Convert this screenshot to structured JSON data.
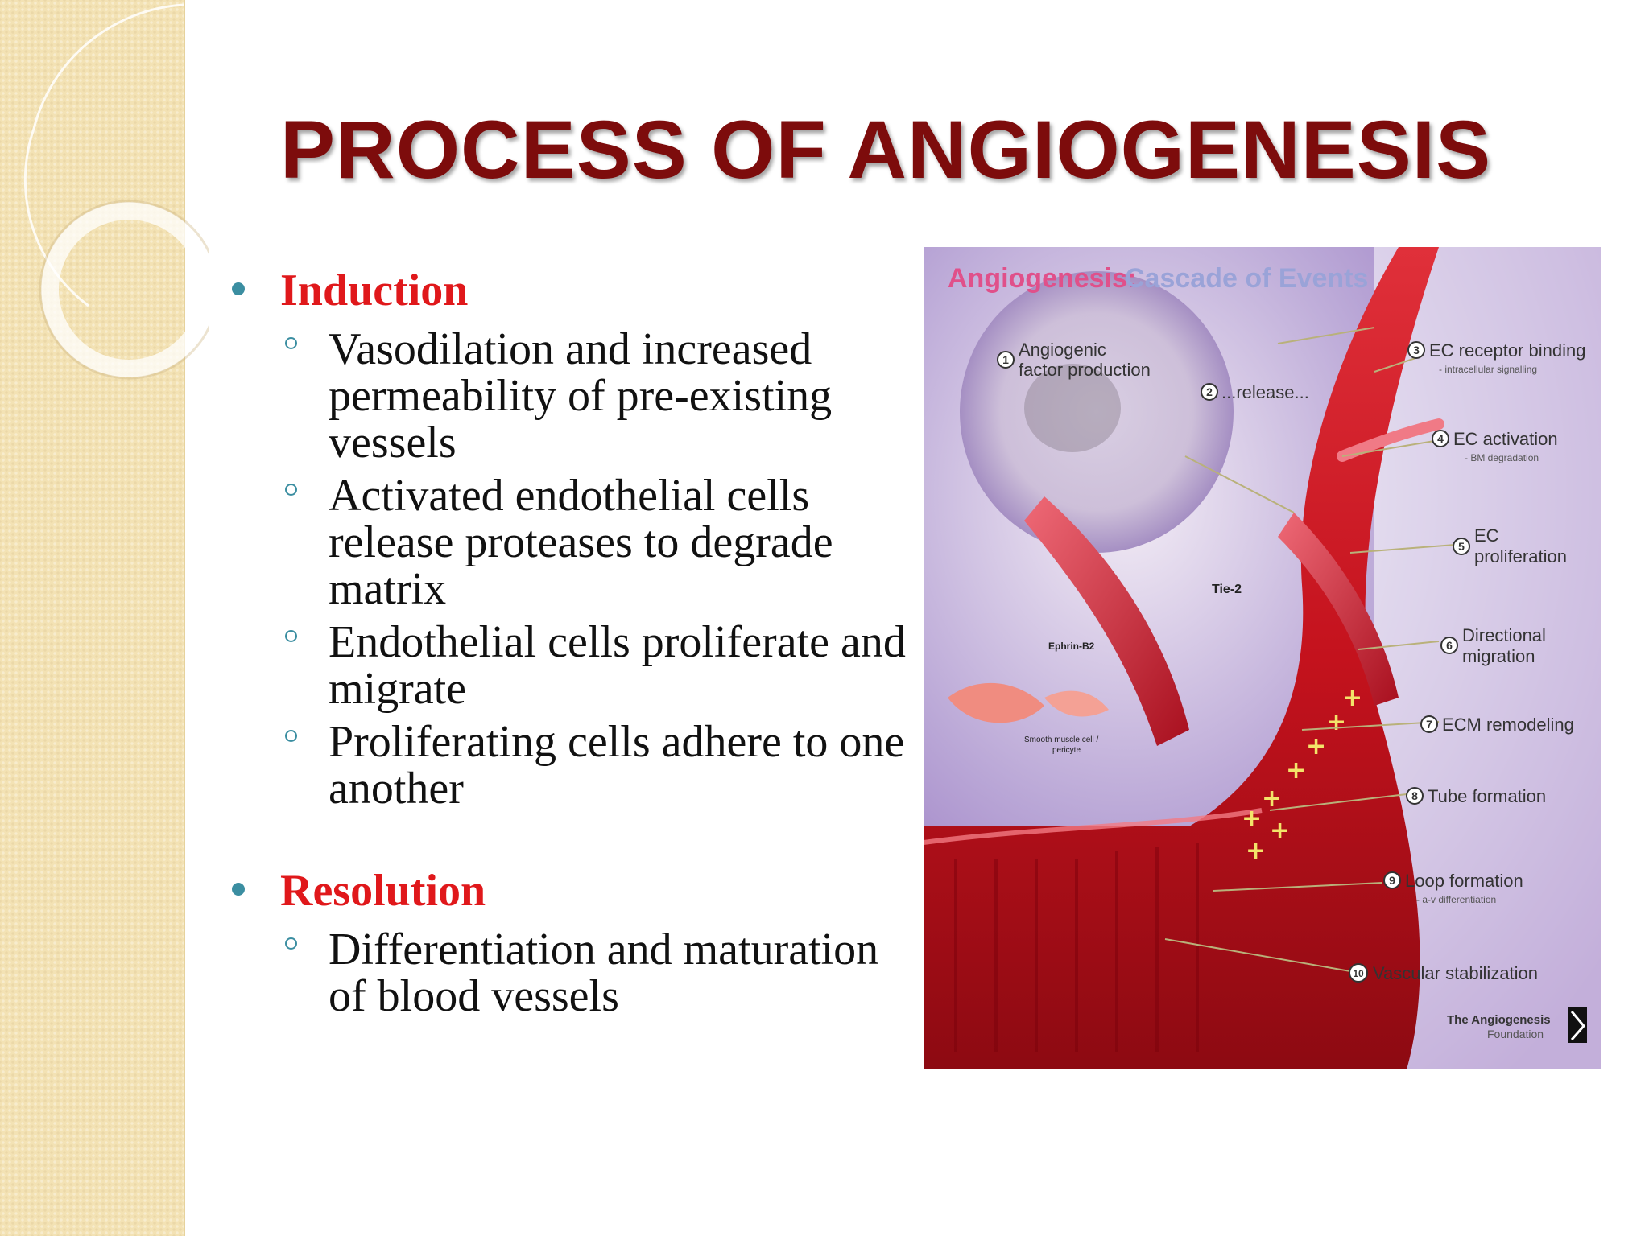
{
  "slide": {
    "title": "PROCESS OF ANGIOGENESIS"
  },
  "sections": [
    {
      "label": "Induction",
      "items": [
        "Vasodilation and increased permeability of pre-existing vessels",
        "Activated endothelial cells release proteases to degrade matrix",
        "Endothelial cells proliferate and migrate",
        "Proliferating cells adhere to one another"
      ]
    },
    {
      "label": "Resolution",
      "items": [
        "Differentiation and maturation of blood vessels"
      ]
    }
  ],
  "figure": {
    "title_part1": "Angiogenesis:",
    "title_part2": "Cascade of Events",
    "steps": [
      {
        "num": "1",
        "label": "Angiogenic",
        "label2": "factor production",
        "sub": ""
      },
      {
        "num": "2",
        "label": "...release...",
        "label2": "",
        "sub": ""
      },
      {
        "num": "3",
        "label": "EC receptor binding",
        "label2": "",
        "sub": "- intracellular signalling"
      },
      {
        "num": "4",
        "label": "EC activation",
        "label2": "",
        "sub": "- BM degradation"
      },
      {
        "num": "5",
        "label": "EC",
        "label2": "proliferation",
        "sub": ""
      },
      {
        "num": "6",
        "label": "Directional",
        "label2": "migration",
        "sub": ""
      },
      {
        "num": "7",
        "label": "ECM remodeling",
        "label2": "",
        "sub": ""
      },
      {
        "num": "8",
        "label": "Tube formation",
        "label2": "",
        "sub": ""
      },
      {
        "num": "9",
        "label": "Loop formation",
        "label2": "",
        "sub": "- a-v differentiation"
      },
      {
        "num": "10",
        "label": "Vascular stabilization",
        "label2": "",
        "sub": ""
      }
    ],
    "labels": {
      "tie2": "Tie-2",
      "ephrin": "Ephrin-B2",
      "smooth_muscle": "Smooth muscle cell /",
      "pericyte": "pericyte"
    },
    "logo": {
      "line1": "The Angiogenesis",
      "line2": "Foundation"
    }
  },
  "colors": {
    "title": "#7d0c0c",
    "section_label": "#e0181b",
    "bullet": "#3b8ea1",
    "side_band": "#f3e2b4"
  }
}
